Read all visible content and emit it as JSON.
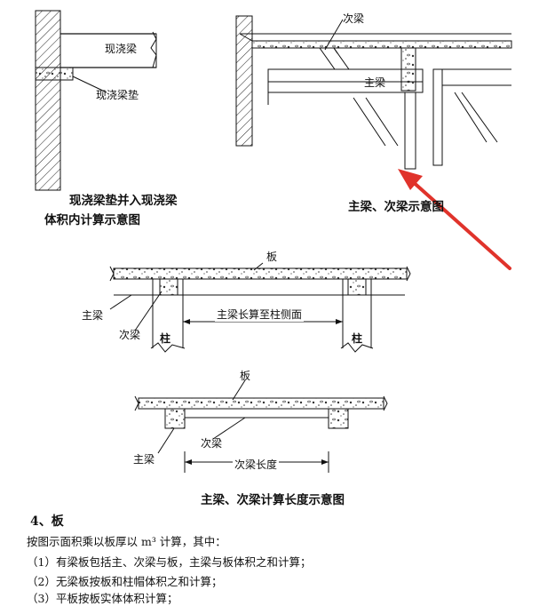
{
  "figure1": {
    "label_beam": "现浇梁",
    "label_pad": "现浇梁垫",
    "caption_line1": "现浇梁垫并入现浇梁",
    "caption_line2": "体积内计算示意图"
  },
  "figure2": {
    "label_secondary": "次梁",
    "label_main": "主梁",
    "caption": "主梁、次梁示意图"
  },
  "figure3": {
    "label_slab": "板",
    "label_main": "主梁",
    "label_secondary": "次梁",
    "label_column_left": "柱",
    "label_column_right": "柱",
    "label_length": "主梁长算至柱侧面"
  },
  "figure4": {
    "label_slab": "板",
    "label_secondary": "次梁",
    "label_main": "主梁",
    "label_length": "次梁长度"
  },
  "main_caption": "主梁、次梁计算长度示意图",
  "section": {
    "heading": "4、板",
    "intro": "按图示面积乘以板厚以 m³ 计算，其中：",
    "items": [
      "（1）有梁板包括主、次梁与板，主梁与板体积之和计算；",
      "（2）无梁板按板和柱帽体积之和计算；",
      "（3）平板按板实体体积计算；"
    ]
  },
  "colors": {
    "arrow": "#e0332b",
    "ink": "#111111"
  }
}
